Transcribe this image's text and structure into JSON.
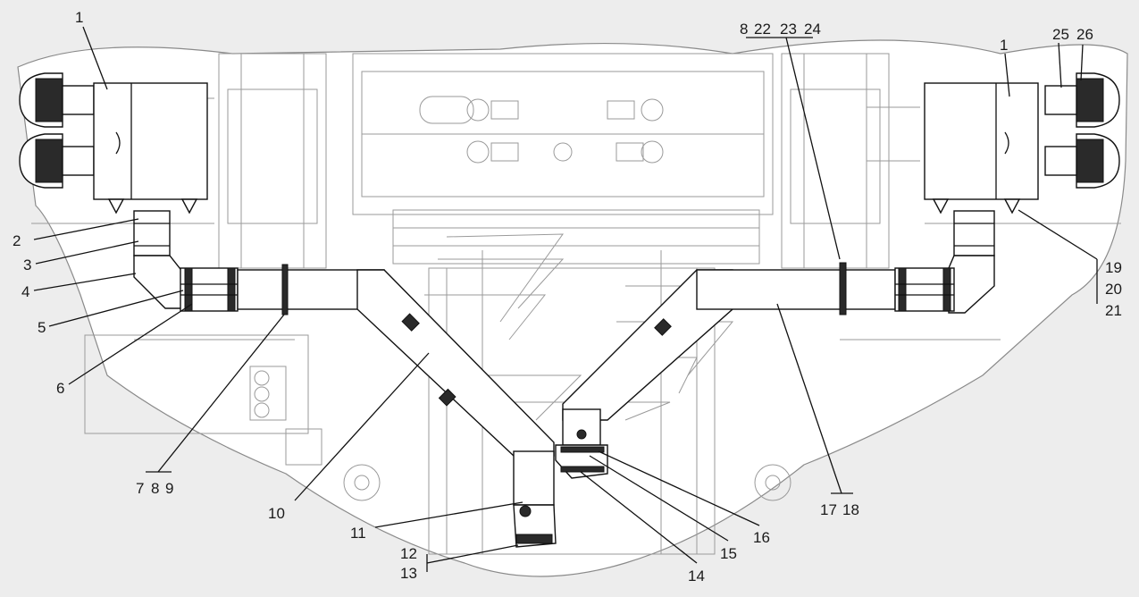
{
  "callouts": {
    "c1_left": "1",
    "c1_right": "1",
    "c2": "2",
    "c3": "3",
    "c4": "4",
    "c5": "5",
    "c6": "6",
    "c7": "7",
    "c8a": "8",
    "c9": "9",
    "c10": "10",
    "c11": "11",
    "c12": "12",
    "c13": "13",
    "c14": "14",
    "c15": "15",
    "c16": "16",
    "c17": "17",
    "c18": "18",
    "c19": "19",
    "c20": "20",
    "c21": "21",
    "c8b": "8",
    "c22": "22",
    "c23": "23",
    "c24": "24",
    "c25": "25",
    "c26": "26"
  }
}
